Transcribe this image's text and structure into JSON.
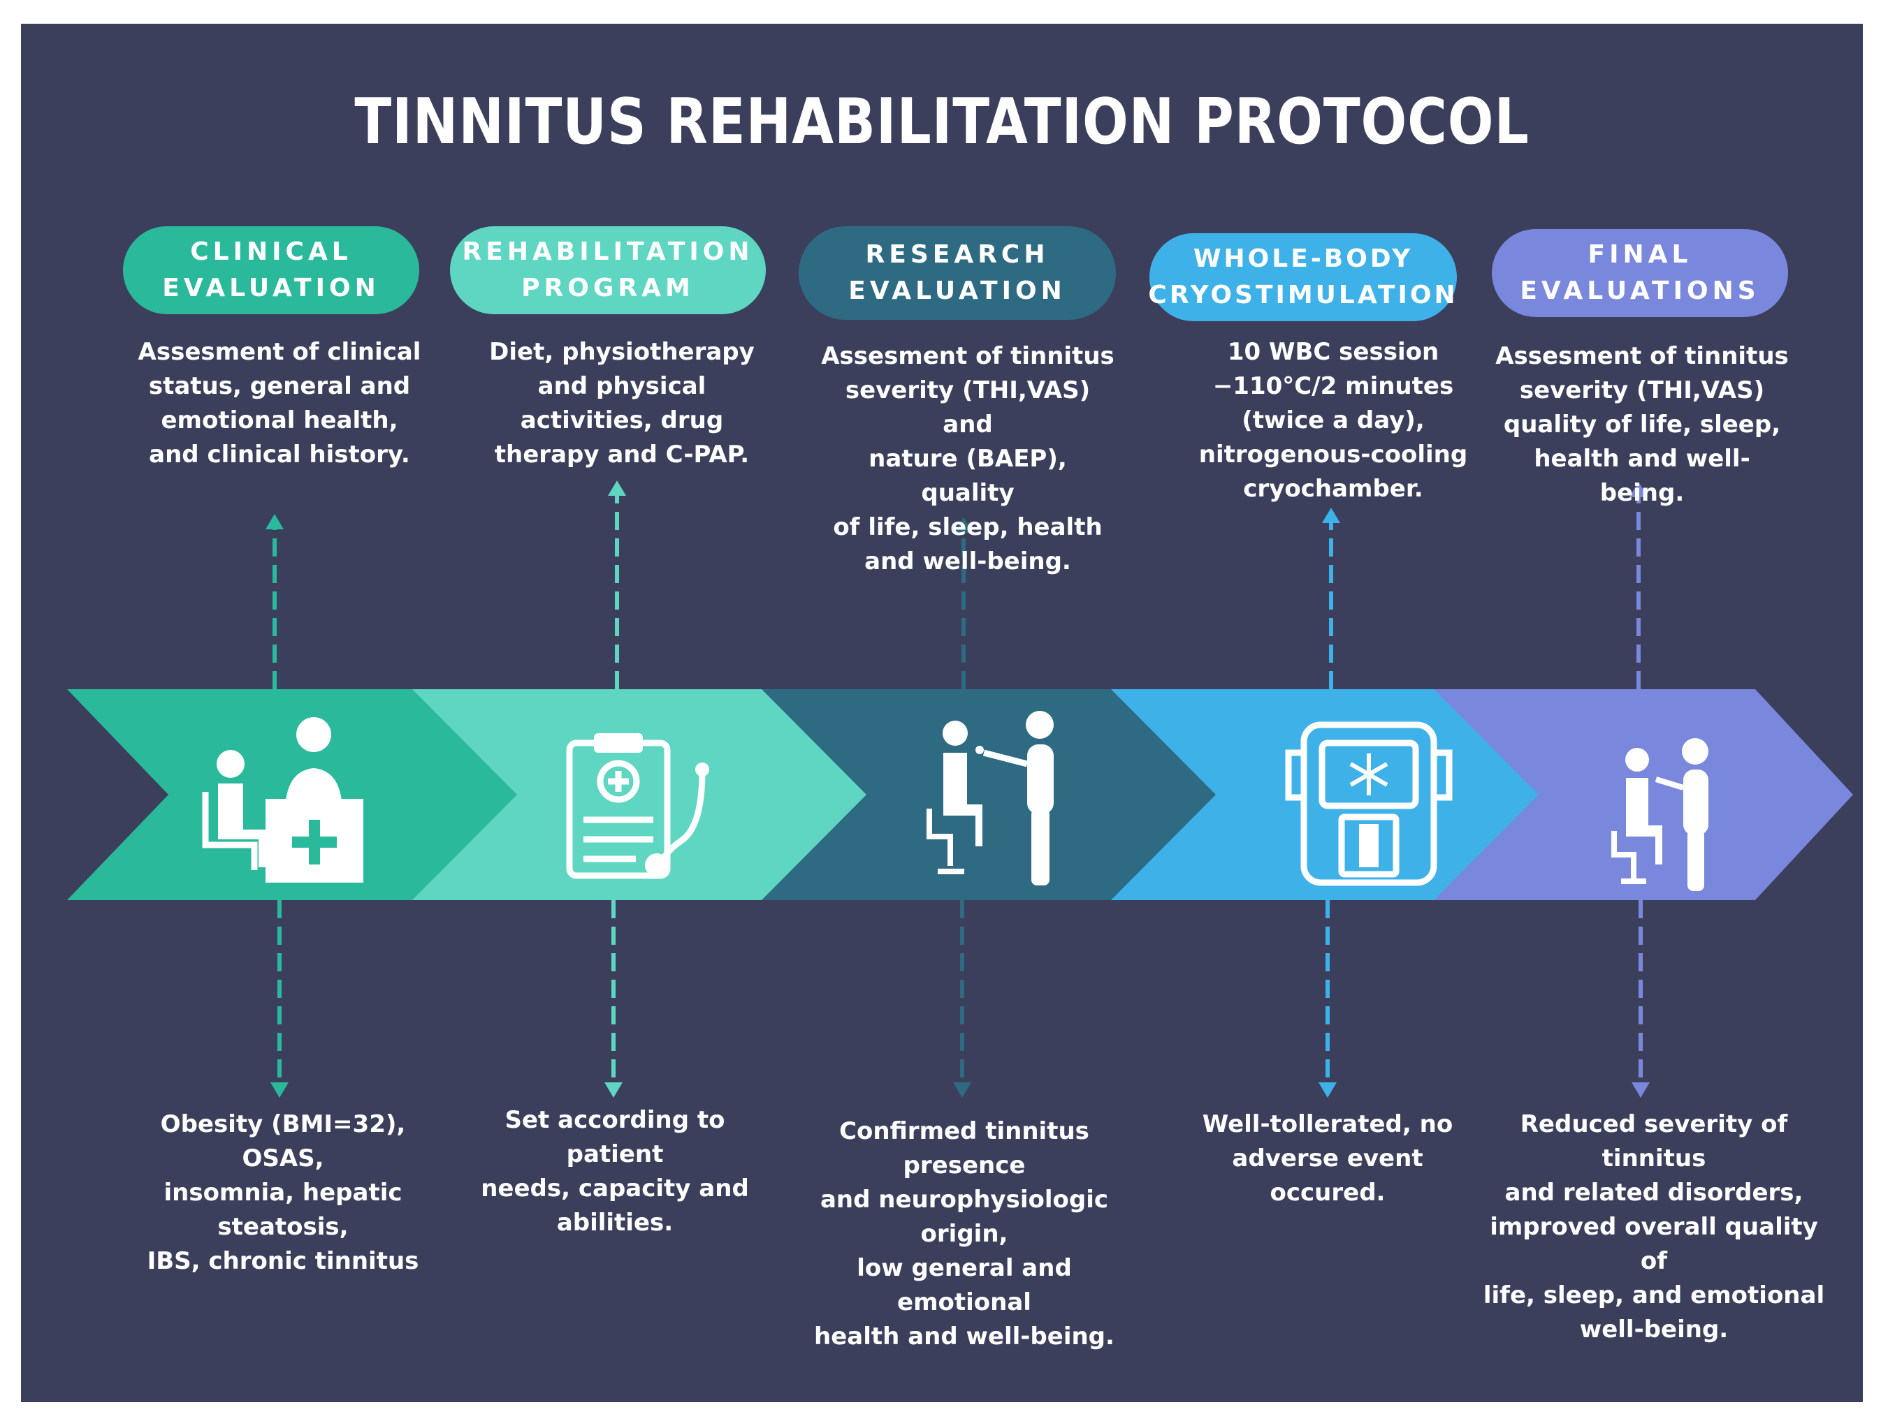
{
  "title": "TINNITUS REHABILITATION PROTOCOL",
  "colors": {
    "background": "#3c3f5b",
    "text": "#ffffff"
  },
  "stages": [
    {
      "id": "clinical",
      "label_line1": "CLINICAL",
      "label_line2": "EVALUATION",
      "color": "#2ab99b",
      "pill_text_color": "#ffffff",
      "icon": "doctor-patient-desk-icon",
      "top_text": [
        "Assesment of clinical",
        "status, general and",
        "emotional health,",
        "and clinical history."
      ],
      "bottom_text": [
        "Obesity (BMI=32), OSAS,",
        "insomnia, hepatic steatosis,",
        "IBS, chronic tinnitus"
      ]
    },
    {
      "id": "rehab",
      "label_line1": "REHABILITATION",
      "label_line2": "PROGRAM",
      "color": "#5ed6c2",
      "pill_text_color": "#ffffff",
      "icon": "clipboard-stethoscope-icon",
      "top_text": [
        "Diet, physiotherapy",
        "and physical",
        "activities, drug",
        "therapy and C-PAP."
      ],
      "bottom_text": [
        "Set according to patient",
        "needs, capacity and",
        "abilities."
      ]
    },
    {
      "id": "research",
      "label_line1": "RESEARCH",
      "label_line2": "EVALUATION",
      "color": "#2e6a82",
      "pill_text_color": "#ffffff",
      "icon": "ear-examination-icon",
      "top_text": [
        "Assesment of tinnitus",
        "severity (THI,VAS) and",
        "nature (BAEP), quality",
        "of life, sleep, health",
        "and well-being."
      ],
      "bottom_text": [
        "Confirmed tinnitus presence",
        "and neurophysiologic origin,",
        "low general and emotional",
        "health and well-being."
      ]
    },
    {
      "id": "wbc",
      "label_line1": "WHOLE-BODY",
      "label_line2": "CRYOSTIMULATION",
      "color": "#3fb1e9",
      "pill_text_color": "#ffffff",
      "icon": "cryochamber-icon",
      "top_text": [
        "10 WBC session",
        "−110°C/2 minutes",
        "(twice a day),",
        "nitrogenous-cooling",
        "cryochamber."
      ],
      "bottom_text": [
        "Well-tollerated, no",
        "adverse event",
        "occured."
      ]
    },
    {
      "id": "final",
      "label_line1": "FINAL",
      "label_line2": "EVALUATIONS",
      "color": "#7987dd",
      "pill_text_color": "#ffffff",
      "icon": "patient-examination-icon",
      "top_text": [
        "Assesment of tinnitus",
        "severity (THI,VAS)",
        "quality of life, sleep,",
        "health and well-being."
      ],
      "bottom_text": [
        "Reduced severity of tinnitus",
        "and related disorders,",
        "improved overall quality of",
        "life, sleep, and emotional",
        "well-being."
      ]
    }
  ]
}
